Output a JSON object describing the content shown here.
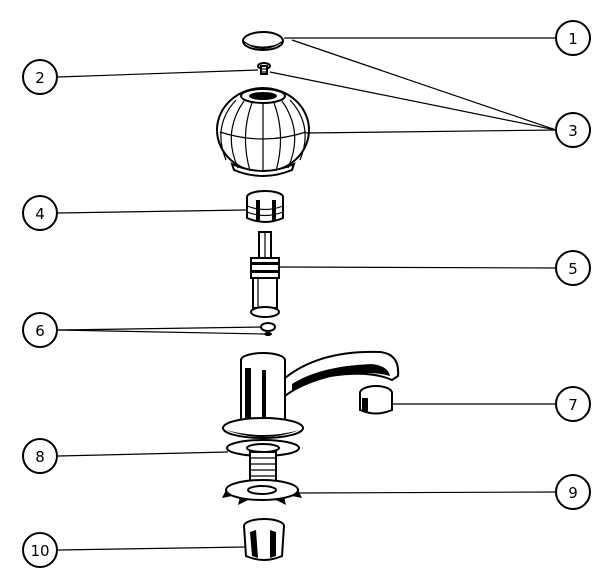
{
  "diagram": {
    "callouts": [
      {
        "id": "1",
        "label": "1"
      },
      {
        "id": "2",
        "label": "2"
      },
      {
        "id": "3",
        "label": "3"
      },
      {
        "id": "4",
        "label": "4"
      },
      {
        "id": "5",
        "label": "5"
      },
      {
        "id": "6",
        "label": "6"
      },
      {
        "id": "7",
        "label": "7"
      },
      {
        "id": "8",
        "label": "8"
      },
      {
        "id": "9",
        "label": "9"
      },
      {
        "id": "10",
        "label": "10"
      }
    ],
    "colors": {
      "ink": "#000000",
      "paper": "#ffffff"
    }
  }
}
